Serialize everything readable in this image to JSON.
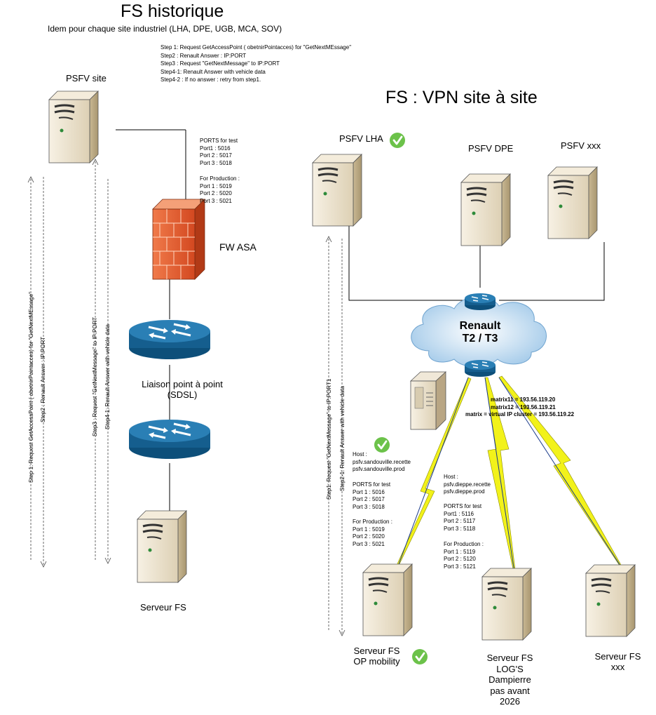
{
  "left": {
    "title": "FS historique",
    "subtitle": "Idem pour chaque site industriel (LHA, DPE, UGB, MCA, SOV)",
    "steps": [
      "Step 1: Request GetAccessPoint ( obetnirPointacces) for \"GetNextMEssage\"",
      "Step2 : Renault Answer : IP:PORT",
      "Step3 : Request \"GetNextMessage\" to IP:PORT",
      "Step4-1: Renault Answer with vehicle data",
      "Step4-2 : If no answer : retry from step1."
    ],
    "psfv_site": "PSFV site",
    "ports_test": [
      "PORTS for test",
      "Port1 : 5016",
      "Port 2 : 5017",
      "Port 3 : 5018"
    ],
    "ports_prod": [
      "For Production :",
      "Port 1 : 5019",
      "Port 2 : 5020",
      "Port 3 : 5021"
    ],
    "fw": "FW ASA",
    "liaison": [
      "Liaison point à point",
      "(SDSL)"
    ],
    "serveur": "Serveur FS",
    "vert1": "Step 1: Request GetAccessPoint ( obetnirPointacces) for \"GetNextMEssage\"",
    "vert2": "Step2 : Renault Answer : IP:PORT",
    "vert3": "Step3 : Request \"GetNextMessage\" to IP:PORT",
    "vert4": "Step4-1: Renault Answer with vehicle data"
  },
  "right": {
    "title": "FS : VPN site à site",
    "psfv_lha": "PSFV LHA",
    "psfv_dpe": "PSFV DPE",
    "psfv_xxx": "PSFV xxx",
    "cloud": [
      "Renault",
      "T2 / T3"
    ],
    "matrix": [
      "matrix11 = 193.56.119.20",
      "matrix12 = 193.56.119.21",
      "matrix = virtual IP cluster = 193.56.119.22"
    ],
    "host_op": [
      "Host :",
      "psfv.sandouville.recette",
      "psfv.sandouville.prod"
    ],
    "ports_op_test": [
      "PORTS for test",
      "Port 1 : 5016",
      "Port 2 : 5017",
      "Port 3 : 5018"
    ],
    "ports_op_prod": [
      "For Production :",
      "Port 1 : 5019",
      "Port 2 : 5020",
      "Port 3 : 5021"
    ],
    "host_log": [
      "Host :",
      "psfv.dieppe.recette",
      "psfv.dieppe.prod"
    ],
    "ports_log_test": [
      "PORTS for test",
      "Port1 : 5116",
      "Port 2 : 5117",
      "Port 3 : 5118"
    ],
    "ports_log_prod": [
      "For Production :",
      "Port 1 : 5119",
      "Port 2 : 5120",
      "Port 3 : 5121"
    ],
    "srv_op": [
      "Serveur FS",
      "OP mobility"
    ],
    "srv_log": [
      "Serveur FS",
      "LOG'S",
      "Dampierre",
      "pas avant",
      "2026"
    ],
    "srv_xxx": [
      "Serveur FS",
      "xxx"
    ],
    "vert1": "Step1: Request \"GetNextMessage\" to IP:PORT1",
    "vert2": "Step2-1: Renault Answer with vehicle data"
  },
  "colors": {
    "router": "#1c6a9a",
    "firewall": "#e0542a",
    "check": "#6cc24a",
    "lightning": "#f2f21a",
    "server": "#efe6d2"
  }
}
